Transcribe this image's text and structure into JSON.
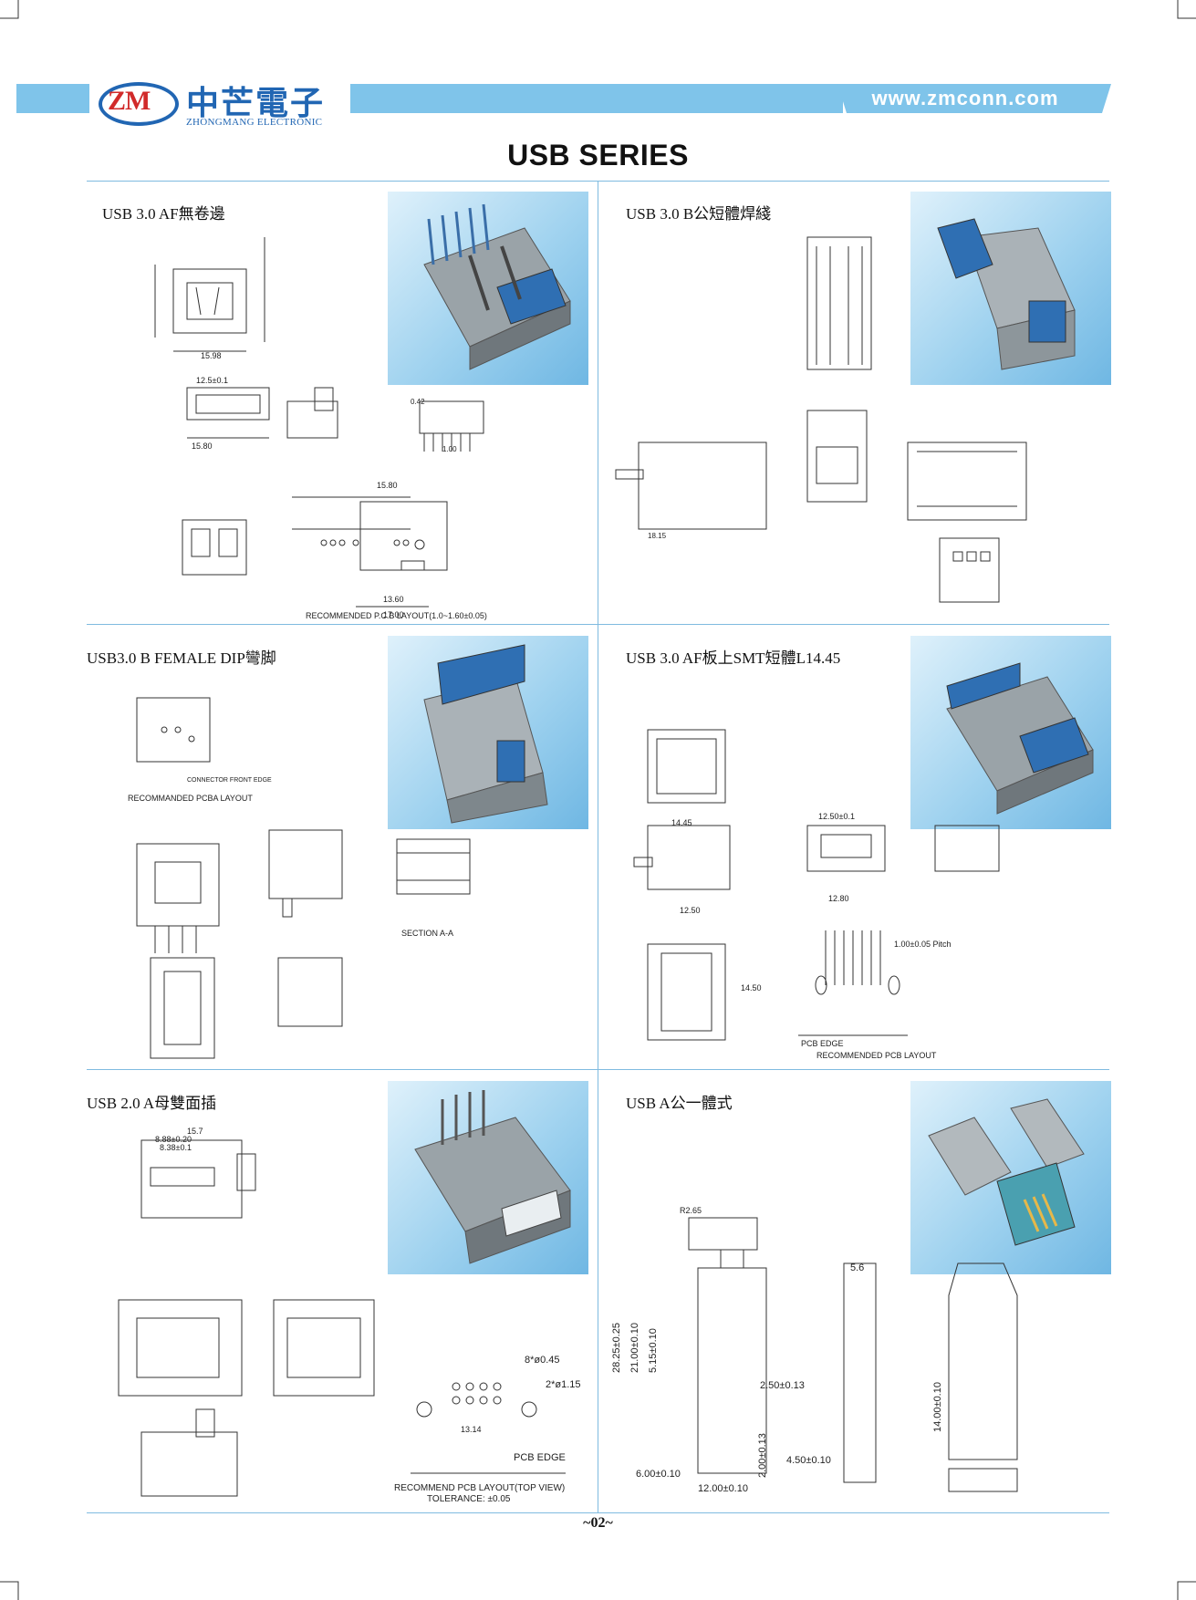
{
  "header": {
    "logo_text": "ZM",
    "brand_cn": "中芒電子",
    "brand_en": "ZHONGMANG ELECTRONIC",
    "website": "www.zmconn.com",
    "accent_color": "#7fc4ea"
  },
  "page_title": "USB SERIES",
  "sections": [
    {
      "title": "USB 3.0 AF無卷邊",
      "notes": [
        "RECOMMENDED P.C.B LAYOUT(1.0~1.60±0.05)",
        "15.98",
        "12.5±0.1",
        "15.80",
        "13.60",
        "17.00"
      ]
    },
    {
      "title": "USB 3.0 B公短體焊綫",
      "notes": [
        "18.15"
      ]
    },
    {
      "title": "USB3.0 B FEMALE DIP彎脚",
      "notes": [
        "RECOMMANDED PCBA LAYOUT",
        "SECTION A-A",
        "CONNECTOR FRONT EDGE"
      ]
    },
    {
      "title": "USB 3.0 AF板上SMT短體L14.45",
      "notes": [
        "14.45",
        "12.50±0.1",
        "12.50",
        "12.80",
        "14.50",
        "RECOMMENDED PCB LAYOUT",
        "PCB EDGE",
        "1.00±0.05 Pitch"
      ]
    },
    {
      "title": "USB 2.0 A母雙面插",
      "notes": [
        "15.7",
        "8.88±0.20",
        "8.38±0.1",
        "13.14",
        "8*ø0.45",
        "2*ø1.15",
        "PCB EDGE",
        "RECOMMEND PCB LAYOUT(TOP VIEW)",
        "TOLERANCE: ±0.05"
      ]
    },
    {
      "title": "USB A公一體式",
      "notes": [
        "R2.65",
        "5.6",
        "28.25±0.25",
        "21.00±0.10",
        "5.15±0.10",
        "2.50±0.13",
        "2.00±0.13",
        "4.50±0.10",
        "6.00±0.10",
        "12.00±0.10",
        "14.00±0.10"
      ]
    }
  ],
  "page_number": "~02~"
}
